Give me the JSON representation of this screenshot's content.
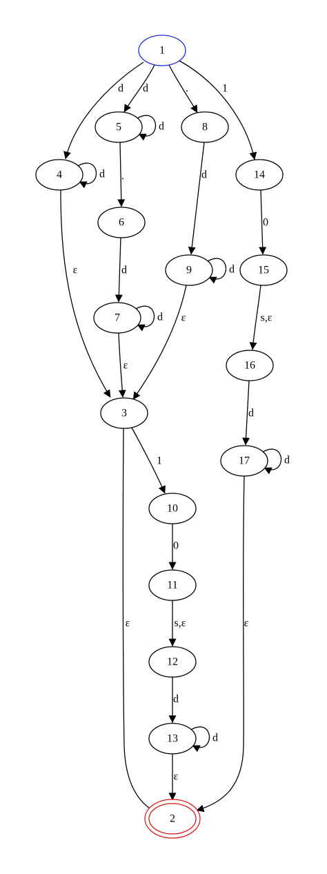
{
  "diagram": {
    "kind": "finite automaton",
    "colors": {
      "start_state": "#1f2bd6",
      "accept_state": "#d61a1a",
      "default": "#000000"
    },
    "states": [
      {
        "id": "1",
        "label": "1",
        "role": "start"
      },
      {
        "id": "2",
        "label": "2",
        "role": "accept"
      },
      {
        "id": "3",
        "label": "3"
      },
      {
        "id": "4",
        "label": "4"
      },
      {
        "id": "5",
        "label": "5"
      },
      {
        "id": "6",
        "label": "6"
      },
      {
        "id": "7",
        "label": "7"
      },
      {
        "id": "8",
        "label": "8"
      },
      {
        "id": "9",
        "label": "9"
      },
      {
        "id": "10",
        "label": "10"
      },
      {
        "id": "11",
        "label": "11"
      },
      {
        "id": "12",
        "label": "12"
      },
      {
        "id": "13",
        "label": "13"
      },
      {
        "id": "14",
        "label": "14"
      },
      {
        "id": "15",
        "label": "15"
      },
      {
        "id": "16",
        "label": "16"
      },
      {
        "id": "17",
        "label": "17"
      }
    ],
    "transitions": [
      {
        "from": "1",
        "to": "4",
        "label": "d"
      },
      {
        "from": "1",
        "to": "5",
        "label": "d"
      },
      {
        "from": "1",
        "to": "8",
        "label": "."
      },
      {
        "from": "1",
        "to": "14",
        "label": "1"
      },
      {
        "from": "4",
        "to": "4",
        "label": "d"
      },
      {
        "from": "5",
        "to": "5",
        "label": "d"
      },
      {
        "from": "5",
        "to": "6",
        "label": "."
      },
      {
        "from": "8",
        "to": "9",
        "label": "d"
      },
      {
        "from": "14",
        "to": "15",
        "label": "0"
      },
      {
        "from": "4",
        "to": "3",
        "label": "ε"
      },
      {
        "from": "6",
        "to": "7",
        "label": "d"
      },
      {
        "from": "9",
        "to": "9",
        "label": "d"
      },
      {
        "from": "9",
        "to": "3",
        "label": "ε"
      },
      {
        "from": "15",
        "to": "16",
        "label": "s,ε"
      },
      {
        "from": "7",
        "to": "7",
        "label": "d"
      },
      {
        "from": "7",
        "to": "3",
        "label": "ε"
      },
      {
        "from": "16",
        "to": "17",
        "label": "d"
      },
      {
        "from": "17",
        "to": "17",
        "label": "d"
      },
      {
        "from": "3",
        "to": "10",
        "label": "1"
      },
      {
        "from": "10",
        "to": "11",
        "label": "0"
      },
      {
        "from": "3",
        "to": "2",
        "label": "ε"
      },
      {
        "from": "11",
        "to": "12",
        "label": "s,ε"
      },
      {
        "from": "17",
        "to": "2",
        "label": "ε"
      },
      {
        "from": "12",
        "to": "13",
        "label": "d"
      },
      {
        "from": "13",
        "to": "13",
        "label": "d"
      },
      {
        "from": "13",
        "to": "2",
        "label": "ε"
      }
    ]
  }
}
